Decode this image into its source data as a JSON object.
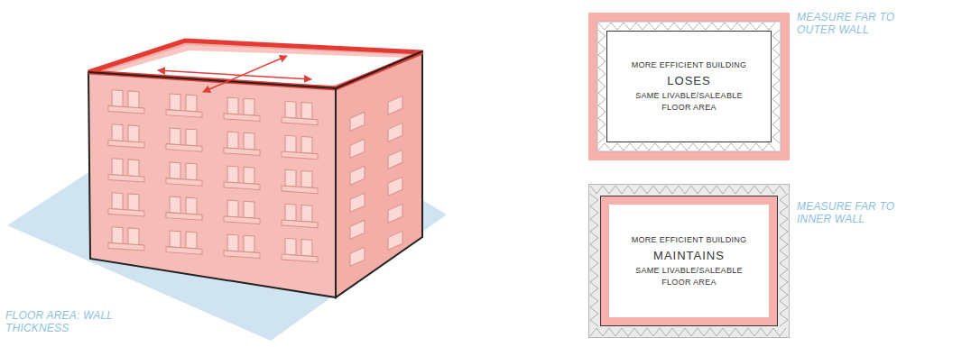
{
  "diagram": {
    "nodes": [
      {
        "text": [
          "MORE EFFICIENT BUILDING",
          "LOSES",
          "SAME LIVABLE/SALEABLE FLOOR AREA"
        ]
      },
      {
        "text": [
          "MORE EFFICIENT BUILDING",
          "MAINTAINS",
          "SAME LIVABLE/SALEABLE FLOOR AREA"
        ]
      }
    ],
    "labels": [
      "MEASURE FAR TO OUTER WALL",
      "MEASURE FAR TO INNER WALL",
      "FLOOR AREA: WALL THICKNESS"
    ]
  }
}
